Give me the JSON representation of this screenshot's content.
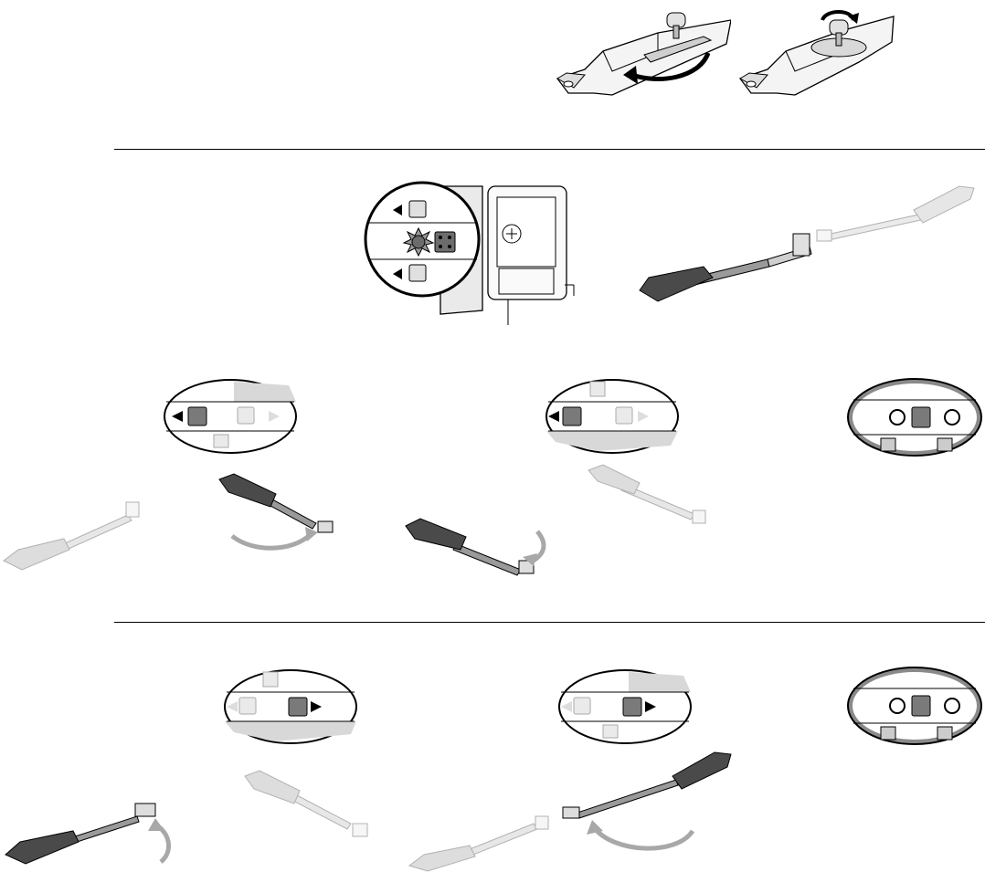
{
  "document": {
    "type": "installation-manual-illustration-page",
    "colors": {
      "line": "#000000",
      "rule": "#000000",
      "dark": "#3c3c3c",
      "mid": "#8c8c8c",
      "light": "#d6d6d6",
      "ghost": "#e6e6e6",
      "accent": "#9a9a9a"
    },
    "sections": [
      {
        "id": "release",
        "figures": [
          "key-unlock-turn",
          "key-unlock-rotate"
        ]
      },
      {
        "id": "control-unit",
        "figures": [
          "control-box-with-button-zoom",
          "motor-actuator-extended"
        ]
      },
      {
        "id": "close-learning",
        "figures": [
          "button-zoom-left-1",
          "button-zoom-left-2",
          "button-zoom-stop-1",
          "motor-faded-left",
          "motor-closing-1",
          "motor-closing-2",
          "motor-faded-right-1"
        ]
      },
      {
        "id": "open-learning",
        "figures": [
          "button-zoom-right-1",
          "button-zoom-right-2",
          "button-zoom-stop-2",
          "motor-opening-1",
          "motor-faded-left-2",
          "motor-faded-bottom",
          "motor-opening-2"
        ]
      }
    ],
    "icons": {
      "arrow-left": "arrow-left-icon",
      "arrow-right": "arrow-right-icon",
      "key": "key-icon",
      "curved-arrow": "curved-arrow-icon"
    }
  }
}
